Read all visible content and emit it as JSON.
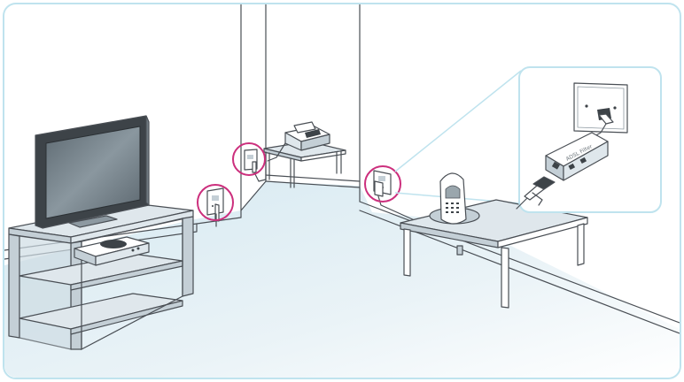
{
  "diagram": {
    "inset_label": "ADSL Filter",
    "colors": {
      "frame": "#bfe3ee",
      "floor": "#dcecf3",
      "highlight": "#cc2f7d",
      "line": "#4a4f55"
    },
    "items": [
      "television",
      "tv-stand",
      "set-top-box",
      "wall-socket-tv",
      "fax-machine",
      "side-table",
      "wall-socket-fax",
      "wall-socket-phone",
      "cordless-phone",
      "coffee-table",
      "inset-adsl-filter"
    ]
  }
}
